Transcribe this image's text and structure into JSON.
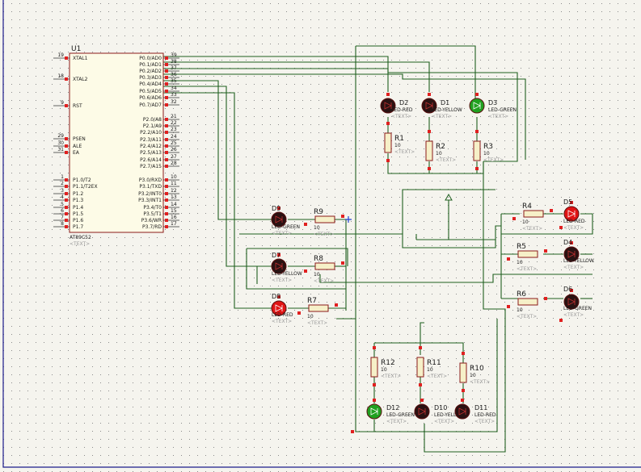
{
  "mcu": {
    "ref": "U1",
    "part": "AT89C52",
    "text": "<TEXT>",
    "left_pins": [
      {
        "num": "19",
        "name": "XTAL1"
      },
      {
        "num": "18",
        "name": "XTAL2"
      },
      {
        "num": "9",
        "name": "RST"
      },
      {
        "num": "29",
        "name": "PSEN"
      },
      {
        "num": "30",
        "name": "ALE"
      },
      {
        "num": "31",
        "name": "EA"
      },
      {
        "num": "1",
        "name": "P1.0/T2"
      },
      {
        "num": "2",
        "name": "P1.1/T2EX"
      },
      {
        "num": "3",
        "name": "P1.2"
      },
      {
        "num": "4",
        "name": "P1.3"
      },
      {
        "num": "5",
        "name": "P1.4"
      },
      {
        "num": "6",
        "name": "P1.5"
      },
      {
        "num": "7",
        "name": "P1.6"
      },
      {
        "num": "8",
        "name": "P1.7"
      }
    ],
    "right_pins": [
      {
        "num": "39",
        "name": "P0.0/AD0"
      },
      {
        "num": "38",
        "name": "P0.1/AD1"
      },
      {
        "num": "37",
        "name": "P0.2/AD2"
      },
      {
        "num": "36",
        "name": "P0.3/AD3"
      },
      {
        "num": "35",
        "name": "P0.4/AD4"
      },
      {
        "num": "34",
        "name": "P0.5/AD5"
      },
      {
        "num": "33",
        "name": "P0.6/AD6"
      },
      {
        "num": "32",
        "name": "P0.7/AD7"
      },
      {
        "num": "21",
        "name": "P2.0/A8"
      },
      {
        "num": "22",
        "name": "P2.1/A9"
      },
      {
        "num": "23",
        "name": "P2.2/A10"
      },
      {
        "num": "24",
        "name": "P2.3/A11"
      },
      {
        "num": "25",
        "name": "P2.4/A12"
      },
      {
        "num": "26",
        "name": "P2.5/A13"
      },
      {
        "num": "27",
        "name": "P2.6/A14"
      },
      {
        "num": "28",
        "name": "P2.7/A15"
      },
      {
        "num": "10",
        "name": "P3.0/RXD"
      },
      {
        "num": "11",
        "name": "P3.1/TXD"
      },
      {
        "num": "12",
        "name": "P3.2/INT0"
      },
      {
        "num": "13",
        "name": "P3.3/INT1"
      },
      {
        "num": "14",
        "name": "P3.4/T0"
      },
      {
        "num": "15",
        "name": "P3.5/T1"
      },
      {
        "num": "16",
        "name": "P3.6/WR"
      },
      {
        "num": "17",
        "name": "P3.7/RD"
      }
    ]
  },
  "leds": [
    {
      "ref": "D2",
      "label": "LED-RED",
      "text": "<TEXT>",
      "color": "red",
      "lit": false
    },
    {
      "ref": "D1",
      "label": "LED-YELLOW",
      "text": "<TEXT>",
      "color": "yellow",
      "lit": false
    },
    {
      "ref": "D3",
      "label": "LED-GREEN",
      "text": "<TEXT>",
      "color": "green",
      "lit": true
    },
    {
      "ref": "D9",
      "label": "LED-GREEN",
      "text": "<TEXT>",
      "color": "green",
      "lit": false
    },
    {
      "ref": "D7",
      "label": "LED-YELLOW",
      "text": "<TEXT>",
      "color": "yellow",
      "lit": false
    },
    {
      "ref": "D8",
      "label": "LED-RED",
      "text": "<TEXT>",
      "color": "red",
      "lit": true
    },
    {
      "ref": "D5",
      "label": "LED-RED",
      "text": "<TEXT>",
      "color": "red",
      "lit": true
    },
    {
      "ref": "D4",
      "label": "LED-YELLOW",
      "text": "<TEXT>",
      "color": "yellow",
      "lit": false
    },
    {
      "ref": "D6",
      "label": "LED-GREEN",
      "text": "<TEXT>",
      "color": "green",
      "lit": false
    },
    {
      "ref": "D12",
      "label": "LED-GREEN",
      "text": "<TEXT>",
      "color": "green",
      "lit": true
    },
    {
      "ref": "D10",
      "label": "LED-YELLOW",
      "text": "<TEXT>",
      "color": "yellow",
      "lit": false
    },
    {
      "ref": "D11",
      "label": "LED-RED",
      "text": "<TEXT>",
      "color": "red",
      "lit": false
    }
  ],
  "resistors": [
    {
      "ref": "R1",
      "value": "10",
      "text": "<TEXT>"
    },
    {
      "ref": "R2",
      "value": "10",
      "text": "<TEXT>"
    },
    {
      "ref": "R3",
      "value": "10",
      "text": "<TEXT>"
    },
    {
      "ref": "R9",
      "value": "10",
      "text": "<TEXT>"
    },
    {
      "ref": "R8",
      "value": "10",
      "text": "<TEXT>"
    },
    {
      "ref": "R7",
      "value": "10",
      "text": "<TEXT>"
    },
    {
      "ref": "R4",
      "value": "10",
      "text": "<TEXT>"
    },
    {
      "ref": "R5",
      "value": "10",
      "text": "<TEXT>"
    },
    {
      "ref": "R6",
      "value": "10",
      "text": "<TEXT>"
    },
    {
      "ref": "R12",
      "value": "10",
      "text": "<TEXT>"
    },
    {
      "ref": "R11",
      "value": "10",
      "text": "<TEXT>"
    },
    {
      "ref": "R10",
      "value": "10",
      "text": "<TEXT>"
    }
  ],
  "colors": {
    "background": "#f5f4ee",
    "grid_dot": "#8a8a8a",
    "wire": "#1f5f1f",
    "component_outline": "#8b1a1a",
    "chip_fill": "#fdfbe7",
    "resistor_fill": "#f6f0c8",
    "pin_red": "#e02020",
    "pin_blue": "#2040d0",
    "led_off": "#2a1212",
    "led_red_on": "#e01414",
    "led_green_on": "#20a020",
    "text": "#1a1a1a",
    "text_muted": "#9a9a9a"
  }
}
